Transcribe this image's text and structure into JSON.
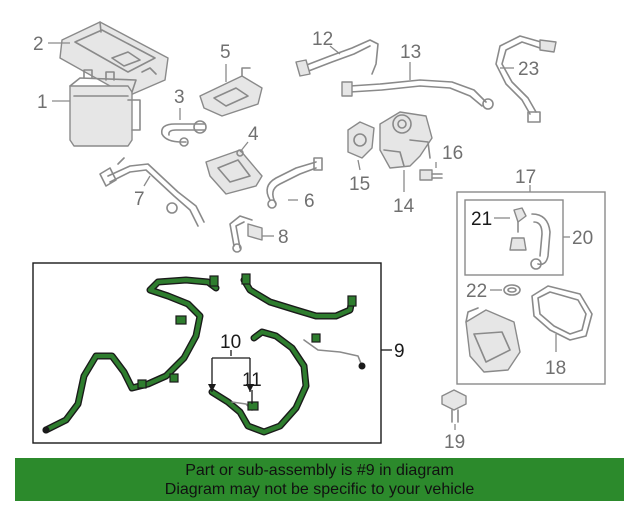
{
  "callouts": {
    "n1": "1",
    "n2": "2",
    "n3": "3",
    "n4": "4",
    "n5": "5",
    "n6": "6",
    "n7": "7",
    "n8": "8",
    "n9": "9",
    "n10": "10",
    "n11": "11",
    "n12": "12",
    "n13": "13",
    "n14": "14",
    "n15": "15",
    "n16": "16",
    "n17": "17",
    "n18": "18",
    "n19": "19",
    "n20": "20",
    "n21": "21",
    "n22": "22",
    "n23": "23"
  },
  "banner": {
    "line1": "Part or sub-assembly is #9 in diagram",
    "line2": "Diagram may not be specific to your vehicle"
  },
  "colors": {
    "highlight_hose": "#2e7d2e",
    "banner_bg": "#2c8a2c",
    "callout_text": "#707070"
  }
}
